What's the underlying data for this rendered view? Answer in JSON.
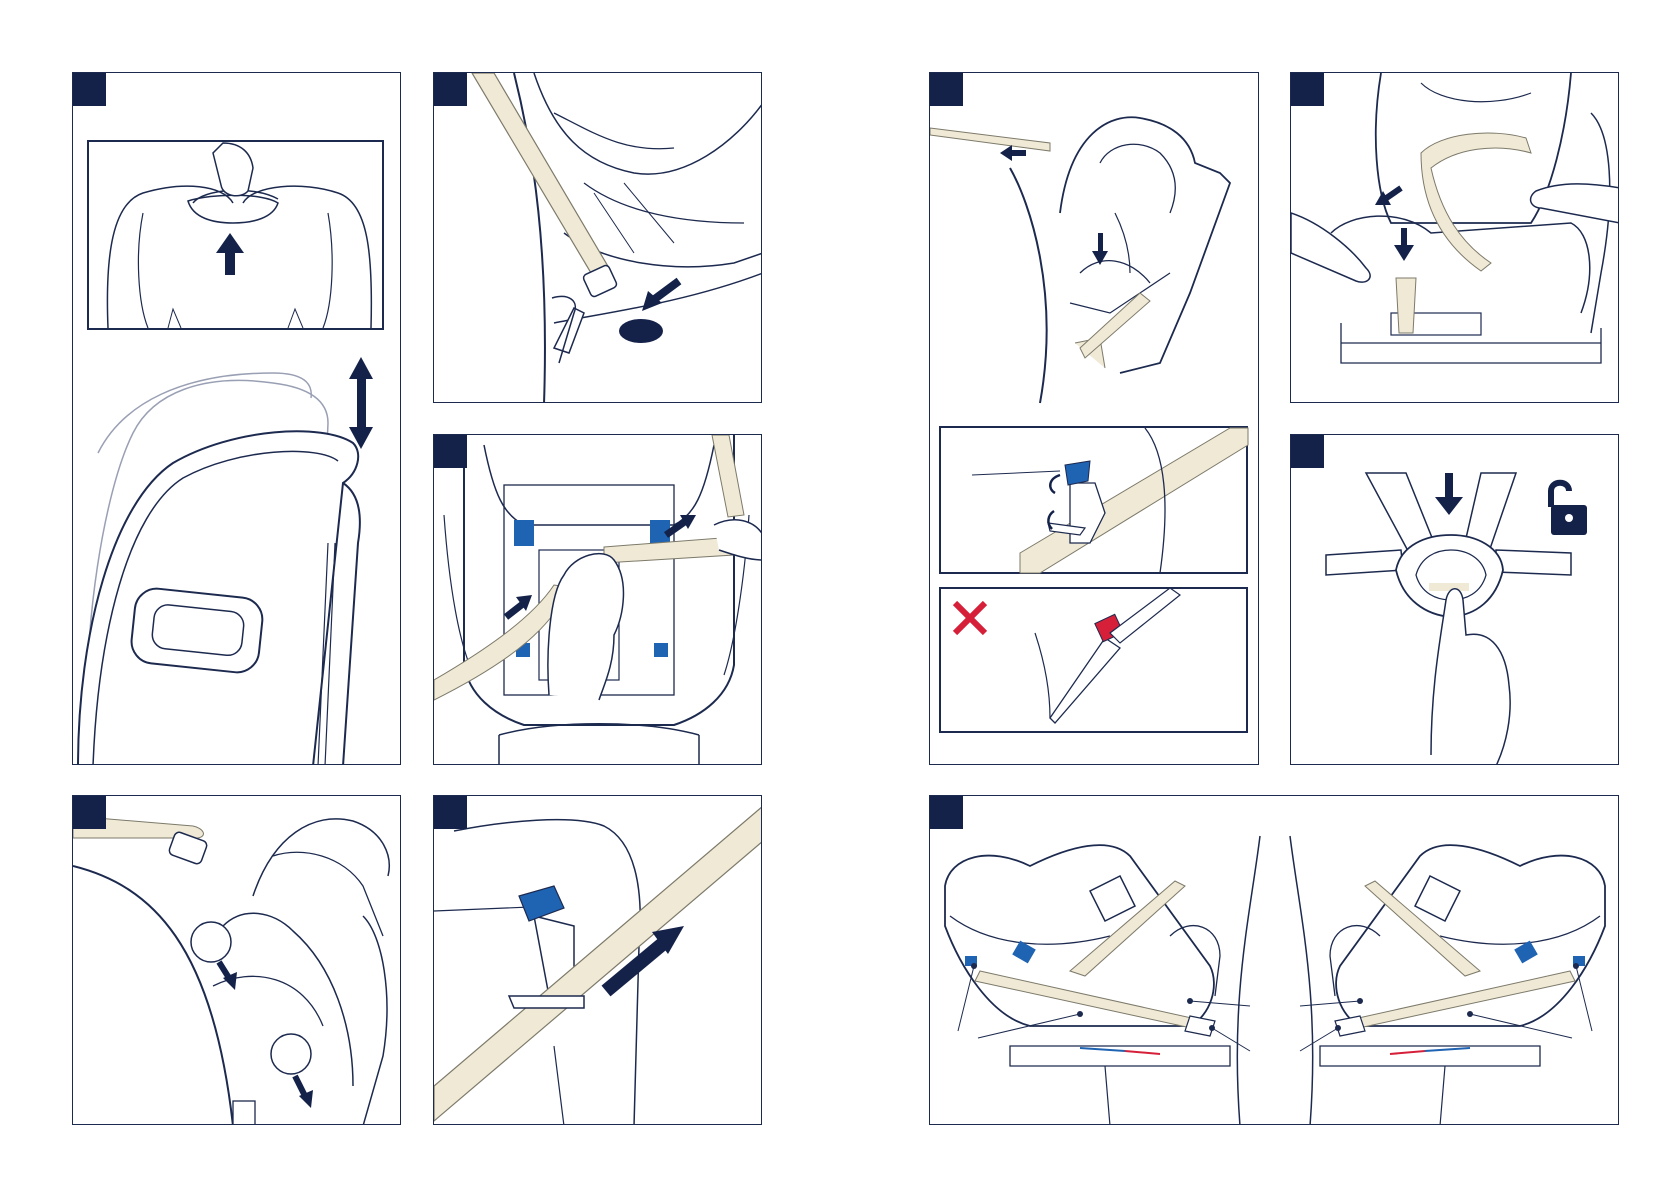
{
  "colors": {
    "navy": "#14224a",
    "outline": "#1d2a4f",
    "belt": "#efe9d6",
    "belt_edge": "#7d7a6a",
    "clip_blue": "#1f63b3",
    "warning_red": "#d6203a",
    "page": "#ffffff"
  },
  "icons": {
    "arrow": "navy-arrow-icon",
    "double_arrow": "double-arrow-icon",
    "cross": "red-cross-icon",
    "unlock": "unlocked-padlock-icon",
    "rotate": "rotate-arrow-icon"
  },
  "panels": [
    {
      "name": "step-headrest-adjust",
      "badge": ""
    },
    {
      "name": "step-belt-buckle",
      "badge": ""
    },
    {
      "name": "step-belt-routing-back",
      "badge": ""
    },
    {
      "name": "step-belt-guides",
      "badge": ""
    },
    {
      "name": "step-lock-clip",
      "badge": ""
    },
    {
      "name": "step-seat-rear-view",
      "badge": ""
    },
    {
      "name": "step-shoulder-belt-guide",
      "badge": ""
    },
    {
      "name": "step-harness-release",
      "badge": ""
    },
    {
      "name": "step-overview-both-sides",
      "badge": ""
    }
  ]
}
